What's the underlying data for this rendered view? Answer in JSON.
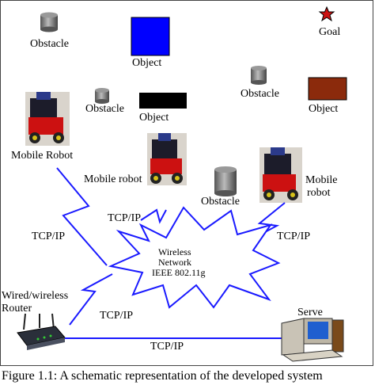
{
  "labels": {
    "obstacle_1": "Obstacle",
    "obstacle_2": "Obstacle",
    "obstacle_3": "Obstacle",
    "obstacle_4": "Obstacle",
    "goal": "Goal",
    "object_1": "Object",
    "object_2": "Object",
    "object_3": "Object",
    "mobile_robot_1": "Mobile  Robot",
    "mobile_robot_2": "Mobile robot",
    "mobile_robot_3_line1": "Mobile",
    "mobile_robot_3_line2": "robot",
    "tcpip_left": "TCP/IP",
    "tcpip_mid": "TCP/IP",
    "tcpip_right": "TCP/IP",
    "tcpip_router": "TCP/IP",
    "tcpip_bottom": "TCP/IP",
    "network_line1": "Wireless",
    "network_line2": "Network",
    "network_line3": "IEEE 802.11g",
    "router_line1": "Wired/wireless",
    "router_line2": "Router",
    "server": "Serve"
  },
  "caption": "Figure 1.1: A schematic representation of the developed system",
  "colors": {
    "link": "#1a1aff",
    "object_blue": "#0000ff",
    "object_black": "#000000",
    "object_brown": "#8b2a0c",
    "goal_star": "#cc1010"
  }
}
